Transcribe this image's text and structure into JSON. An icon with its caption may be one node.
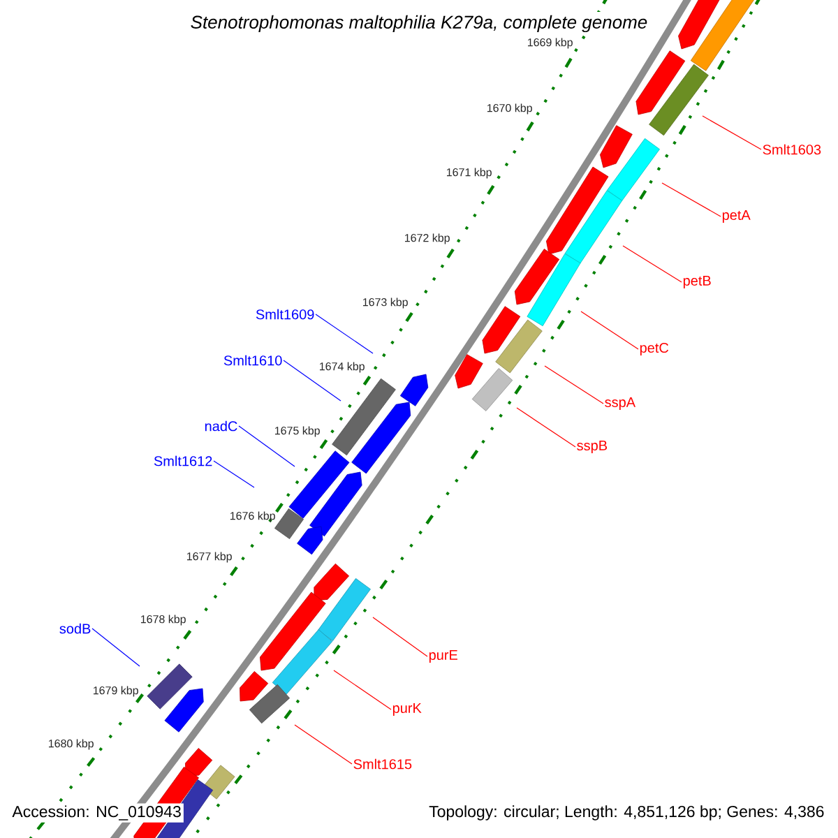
{
  "diagram": {
    "title": "Stenotrophomonas maltophilia K279a, complete genome",
    "nodes": [
      {
        "text": [
          "Smlt1603"
        ]
      },
      {
        "text": [
          "petA"
        ]
      },
      {
        "text": [
          "petB"
        ]
      },
      {
        "text": [
          "Smlt1609"
        ]
      },
      {
        "text": [
          "petC"
        ]
      },
      {
        "text": [
          "Smlt1610"
        ]
      },
      {
        "text": [
          "sspA"
        ]
      },
      {
        "text": [
          "nadC"
        ]
      },
      {
        "text": [
          "sspB"
        ]
      },
      {
        "text": [
          "Smlt1612"
        ]
      },
      {
        "text": [
          "sodB"
        ]
      },
      {
        "text": [
          "purE"
        ]
      },
      {
        "text": [
          "purK"
        ]
      },
      {
        "text": [
          "Smlt1615"
        ]
      }
    ],
    "edges": [
      {
        "from": 0,
        "to": null,
        "arrow": "none"
      },
      {
        "from": 1,
        "to": null,
        "arrow": "none"
      },
      {
        "from": 2,
        "to": null,
        "arrow": "none"
      },
      {
        "from": 3,
        "to": null,
        "arrow": "none",
        "color": "#0000ff"
      },
      {
        "from": 4,
        "to": null,
        "arrow": "none"
      },
      {
        "from": 5,
        "to": null,
        "arrow": "none",
        "color": "#0000ff"
      },
      {
        "from": 6,
        "to": null,
        "arrow": "none"
      },
      {
        "from": 7,
        "to": null,
        "arrow": "none",
        "color": "#0000ff"
      },
      {
        "from": 8,
        "to": null,
        "arrow": "none"
      },
      {
        "from": 9,
        "to": null,
        "arrow": "none",
        "color": "#0000ff"
      },
      {
        "from": 10,
        "to": null,
        "arrow": "none",
        "color": "#0000ff"
      },
      {
        "from": 11,
        "to": null,
        "arrow": "none"
      },
      {
        "from": 12,
        "to": null,
        "arrow": "none"
      },
      {
        "from": 13,
        "to": null,
        "arrow": "none"
      }
    ],
    "labels": [
      "1669 kbp",
      "1670 kbp",
      "1671 kbp",
      "1672 kbp",
      "1673 kbp",
      "1674 kbp",
      "1675 kbp",
      "1676 kbp",
      "1677 kbp",
      "1678 kbp",
      "1679 kbp",
      "1680 kbp",
      "Accession: NC_010943",
      "Topology: circular; Length: 4,851,126 bp; Genes: 4,386"
    ]
  }
}
